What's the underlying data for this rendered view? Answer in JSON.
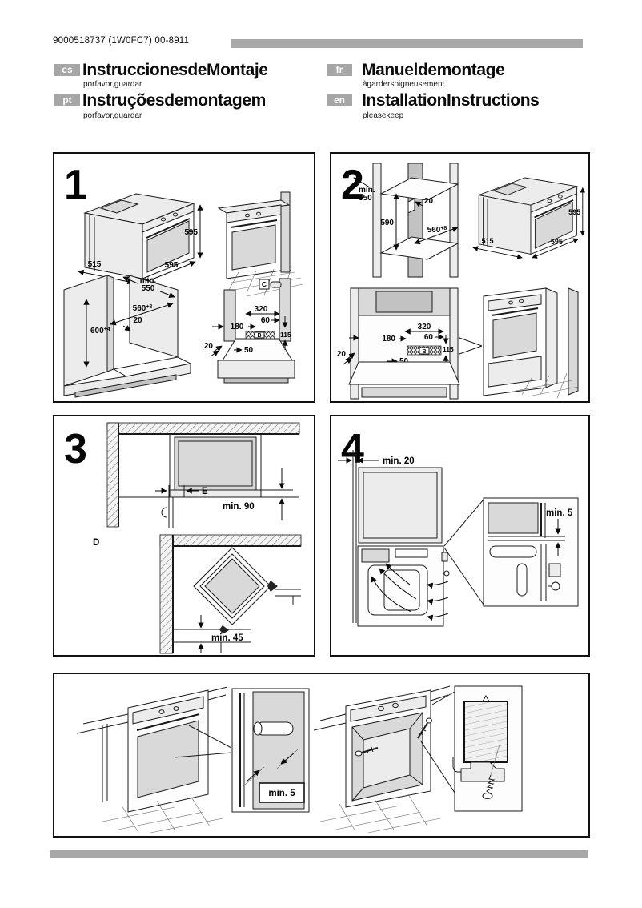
{
  "doc_number": "9000518737 (1W0FC7) 00-8911",
  "header": {
    "items": [
      {
        "code": "es",
        "title": "InstruccionesdeMontaje",
        "subtitle": "porfavor,guardar"
      },
      {
        "code": "fr",
        "title": "Manueldemontage",
        "subtitle": "àgardersoigneusement"
      },
      {
        "code": "pt",
        "title": "Instruçõesdemontagem",
        "subtitle": "porfavor,guardar"
      },
      {
        "code": "en",
        "title": "InstallationInstructions",
        "subtitle": "pleasekeep"
      }
    ]
  },
  "panel1": {
    "number": "1",
    "oven": {
      "height": "595",
      "depth": "515",
      "width": "595"
    },
    "niche": {
      "min": "min.",
      "depth": "550",
      "width": "560",
      "width_tol": "+8",
      "gap": "20",
      "height": "600",
      "height_tol": "+4"
    },
    "section": {
      "c": "C",
      "w320": "320",
      "w60": "60",
      "w180": "180",
      "b": "B",
      "h115": "115",
      "g20": "20",
      "d50": "50"
    }
  },
  "panel2": {
    "number": "2",
    "column": {
      "min": "min.",
      "depth": "550",
      "height": "590",
      "gap": "20",
      "width": "560",
      "width_tol": "+8"
    },
    "oven": {
      "height": "595",
      "depth": "515",
      "width": "595"
    },
    "section": {
      "w320": "320",
      "w60": "60",
      "w180": "180",
      "b": "B",
      "h115": "115",
      "g20": "20",
      "d50": "50"
    }
  },
  "panel3": {
    "number": "3",
    "plan": {
      "e": "E",
      "min90": "min. 90"
    },
    "corner": {
      "d": "D",
      "min45": "min. 45"
    }
  },
  "panel4": {
    "number": "4",
    "min20": "min. 20",
    "min5": "min. 5"
  },
  "panel5": {
    "min5": "min. 5"
  }
}
